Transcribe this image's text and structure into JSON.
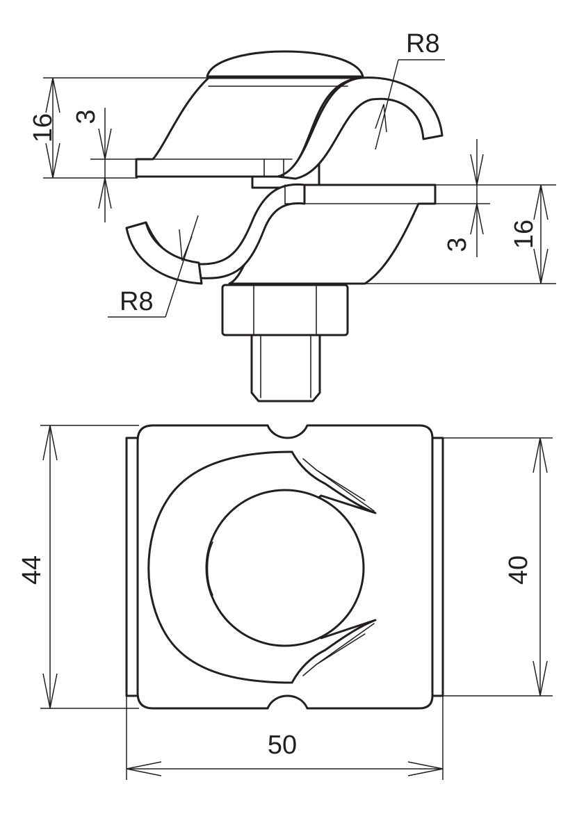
{
  "colors": {
    "line": "#231f20",
    "background": "#ffffff"
  },
  "side_view": {
    "top_height": "16",
    "top_thickness": "3",
    "top_radius": "R8",
    "bottom_height": "16",
    "bottom_thickness": "3",
    "bottom_radius": "R8"
  },
  "plan_view": {
    "width": "50",
    "height_left": "44",
    "height_right": "40"
  }
}
